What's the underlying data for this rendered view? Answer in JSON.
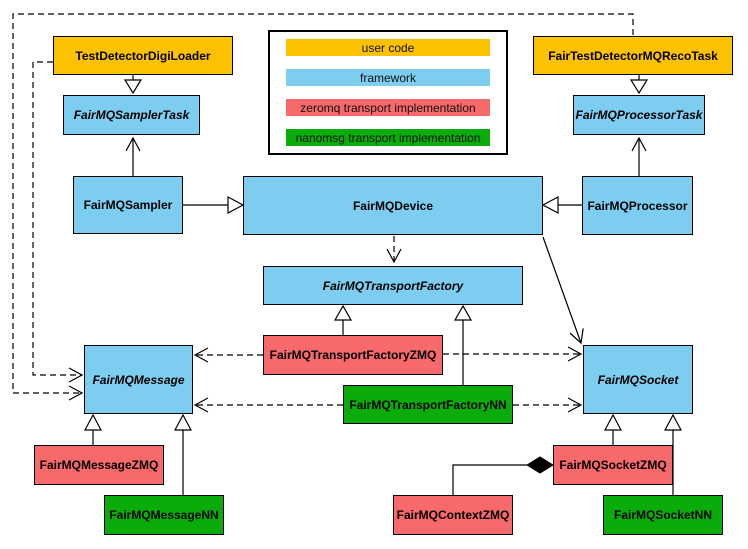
{
  "palette": {
    "user_code": "#FCC101",
    "framework": "#7DCDF0",
    "zeromq": "#F8696B",
    "nanomsg": "#09AC09",
    "line": "#000000",
    "background": "#FFFFFF"
  },
  "legend": {
    "items": [
      {
        "label": "user code",
        "category": "user_code"
      },
      {
        "label": "framework",
        "category": "framework"
      },
      {
        "label": "zeromq transport implementation",
        "category": "zeromq"
      },
      {
        "label": "nanomsg transport implementation",
        "category": "nanomsg"
      }
    ]
  },
  "nodes": {
    "testDetectorDigiLoader": {
      "label": "TestDetectorDigiLoader",
      "category": "user_code",
      "abstract": false
    },
    "fairTestDetectorMQRecoTask": {
      "label": "FairTestDetectorMQRecoTask",
      "category": "user_code",
      "abstract": false
    },
    "fairMQSamplerTask": {
      "label": "FairMQSamplerTask",
      "category": "framework",
      "abstract": true
    },
    "fairMQProcessorTask": {
      "label": "FairMQProcessorTask",
      "category": "framework",
      "abstract": true
    },
    "fairMQSampler": {
      "label": "FairMQSampler",
      "category": "framework",
      "abstract": false
    },
    "fairMQDevice": {
      "label": "FairMQDevice",
      "category": "framework",
      "abstract": false
    },
    "fairMQProcessor": {
      "label": "FairMQProcessor",
      "category": "framework",
      "abstract": false
    },
    "fairMQTransportFactory": {
      "label": "FairMQTransportFactory",
      "category": "framework",
      "abstract": true
    },
    "fairMQTransportFactoryZMQ": {
      "label": "FairMQTransportFactoryZMQ",
      "category": "zeromq",
      "abstract": false
    },
    "fairMQTransportFactoryNN": {
      "label": "FairMQTransportFactoryNN",
      "category": "nanomsg",
      "abstract": false
    },
    "fairMQMessage": {
      "label": "FairMQMessage",
      "category": "framework",
      "abstract": true
    },
    "fairMQSocket": {
      "label": "FairMQSocket",
      "category": "framework",
      "abstract": true
    },
    "fairMQMessageZMQ": {
      "label": "FairMQMessageZMQ",
      "category": "zeromq",
      "abstract": false
    },
    "fairMQMessageNN": {
      "label": "FairMQMessageNN",
      "category": "nanomsg",
      "abstract": false
    },
    "fairMQContextZMQ": {
      "label": "FairMQContextZMQ",
      "category": "zeromq",
      "abstract": false
    },
    "fairMQSocketZMQ": {
      "label": "FairMQSocketZMQ",
      "category": "zeromq",
      "abstract": false
    },
    "fairMQSocketNN": {
      "label": "FairMQSocketNN",
      "category": "nanomsg",
      "abstract": false
    }
  },
  "edges": [
    {
      "from": "TestDetectorDigiLoader",
      "to": "FairMQSamplerTask",
      "type": "inheritance"
    },
    {
      "from": "FairTestDetectorMQRecoTask",
      "to": "FairMQProcessorTask",
      "type": "inheritance"
    },
    {
      "from": "FairMQSampler",
      "to": "FairMQDevice",
      "type": "inheritance"
    },
    {
      "from": "FairMQProcessor",
      "to": "FairMQDevice",
      "type": "inheritance"
    },
    {
      "from": "FairMQSampler",
      "to": "FairMQSamplerTask",
      "type": "association"
    },
    {
      "from": "FairMQProcessor",
      "to": "FairMQProcessorTask",
      "type": "association"
    },
    {
      "from": "FairMQDevice",
      "to": "FairMQTransportFactory",
      "type": "dependency"
    },
    {
      "from": "FairMQDevice",
      "to": "FairMQSocket",
      "type": "association"
    },
    {
      "from": "FairMQTransportFactoryZMQ",
      "to": "FairMQTransportFactory",
      "type": "inheritance"
    },
    {
      "from": "FairMQTransportFactoryNN",
      "to": "FairMQTransportFactory",
      "type": "inheritance"
    },
    {
      "from": "FairMQTransportFactoryZMQ",
      "to": "FairMQMessage",
      "type": "dependency"
    },
    {
      "from": "FairMQTransportFactoryZMQ",
      "to": "FairMQSocket",
      "type": "dependency"
    },
    {
      "from": "FairMQTransportFactoryNN",
      "to": "FairMQMessage",
      "type": "dependency"
    },
    {
      "from": "FairMQTransportFactoryNN",
      "to": "FairMQSocket",
      "type": "dependency"
    },
    {
      "from": "TestDetectorDigiLoader",
      "to": "FairMQMessage",
      "type": "dependency"
    },
    {
      "from": "FairTestDetectorMQRecoTask",
      "to": "FairMQMessage",
      "type": "dependency"
    },
    {
      "from": "FairMQMessageZMQ",
      "to": "FairMQMessage",
      "type": "inheritance"
    },
    {
      "from": "FairMQMessageNN",
      "to": "FairMQMessage",
      "type": "inheritance"
    },
    {
      "from": "FairMQSocketZMQ",
      "to": "FairMQSocket",
      "type": "inheritance"
    },
    {
      "from": "FairMQSocketNN",
      "to": "FairMQSocket",
      "type": "inheritance"
    },
    {
      "from": "FairMQContextZMQ",
      "to": "FairMQSocketZMQ",
      "type": "composition"
    }
  ]
}
